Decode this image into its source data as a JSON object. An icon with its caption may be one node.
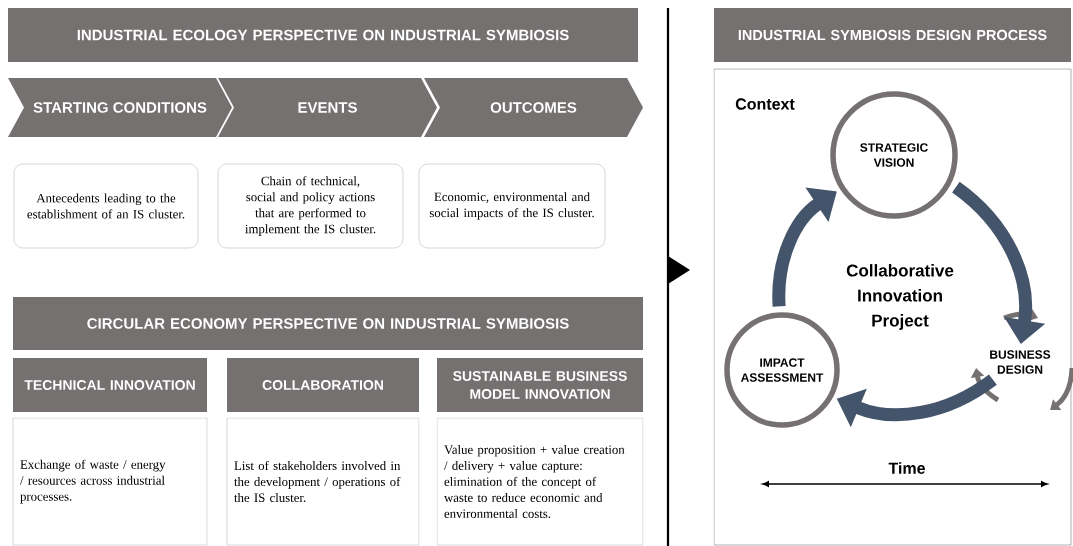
{
  "diagram": {
    "nodes": [
      {
        "text": [
          "INDUSTRIAL ECOLOGY PERSPECTIVE ON INDUSTRIAL SYMBIOSIS"
        ]
      },
      {
        "text": [
          "STARTING CONDITIONS"
        ]
      },
      {
        "text": [
          "EVENTS"
        ]
      },
      {
        "text": [
          "OUTCOMES"
        ]
      },
      {
        "text": [
          "Antecedents leading to the establishment of an IS cluster."
        ]
      },
      {
        "text": [
          "Chain of technical, social and policy actions that are performed to implement the IS cluster."
        ]
      },
      {
        "text": [
          "Economic, environmental and social impacts of the IS cluster."
        ]
      },
      {
        "text": [
          "CIRCULAR ECONOMY PERSPECTIVE ON INDUSTRIAL SYMBIOSIS"
        ]
      },
      {
        "text": [
          "TECHNICAL INNOVATION"
        ]
      },
      {
        "text": [
          "COLLABORATION"
        ]
      },
      {
        "text": [
          "SUSTAINABLE BUSINESS MODEL INNOVATION"
        ]
      },
      {
        "text": [
          "Exchange of waste / energy / resources across industrial processes."
        ]
      },
      {
        "text": [
          "List of stakeholders involved in the development / operations of the IS cluster."
        ]
      },
      {
        "text": [
          "Value proposition + value creation / delivery + value capture: elimination of the concept of waste to reduce economic and environmental costs."
        ]
      },
      {
        "text": [
          "INDUSTRIAL SYMBIOSIS DESIGN PROCESS"
        ]
      },
      {
        "text": [
          "Context"
        ]
      },
      {
        "text": [
          "STRATEGIC VISION"
        ],
        "in": 15
      },
      {
        "text": [
          "IMPACT ASSESSMENT"
        ],
        "in": 15
      },
      {
        "text": [
          "BUSINESS DESIGN"
        ],
        "in": 15
      }
    ],
    "edges": [
      {
        "from": 16,
        "to": 18,
        "arrow": "to"
      },
      {
        "from": 18,
        "to": 17,
        "arrow": "to"
      },
      {
        "from": 17,
        "to": 16,
        "arrow": "to"
      }
    ],
    "labels": [
      "Collaborative Innovation Project",
      "Time"
    ]
  }
}
